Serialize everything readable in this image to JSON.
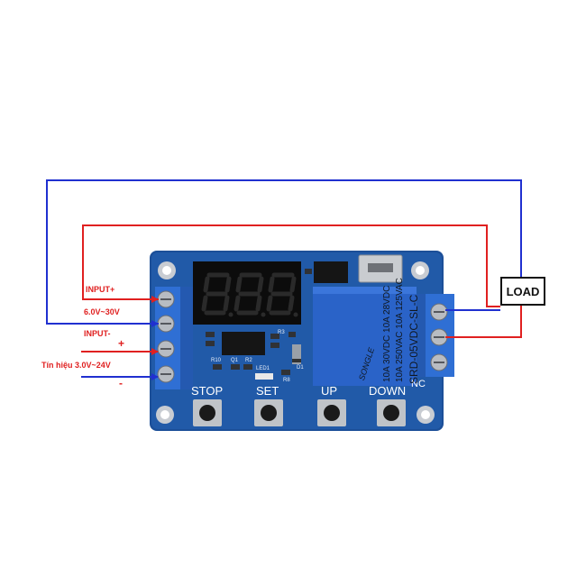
{
  "diagram": {
    "load_label": "LOAD",
    "wire_labels": {
      "input_plus": "INPUT+",
      "input_plus_voltage": "6.0V~30V",
      "input_minus": "INPUT-",
      "signal_plus": "+",
      "signal_label": "Tín hiệu 3.0V~24V",
      "signal_minus": "-"
    },
    "buttons": [
      "STOP",
      "SET",
      "UP",
      "DOWN"
    ],
    "nc_label": "NC",
    "silkscreen": [
      "R10",
      "Q1",
      "R2",
      "LED1",
      "R8",
      "D1",
      "R3"
    ],
    "relay": {
      "brand": "SONGLE",
      "model": "SRD-05VDC-SL-C",
      "rating_1": "10A 250VAC 10A 125VAC",
      "rating_2": "10A 30VDC 10A 28VDC"
    },
    "colors": {
      "wire_red": "#e02020",
      "wire_blue": "#2030d0",
      "pcb": "#1c4f98",
      "relay": "#2a63c8",
      "terminal": "#2f6fd4",
      "display": "#0c0c0c"
    }
  }
}
